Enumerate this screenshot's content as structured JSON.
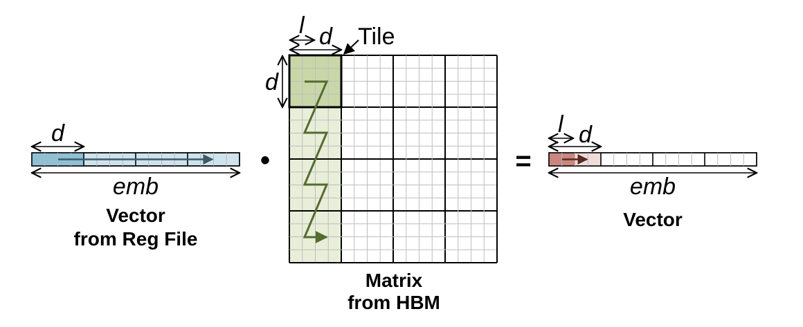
{
  "left_vector": {
    "d_label": "d",
    "emb_label": "emb",
    "caption_line1": "Vector",
    "caption_line2": "from Reg File"
  },
  "operator_dot": "•",
  "matrix": {
    "l_label": "l",
    "d_top_label": "d",
    "d_side_label": "d",
    "tile_label": "Tile",
    "caption_line1": "Matrix",
    "caption_line2": "from HBM"
  },
  "operator_equals": "=",
  "right_vector": {
    "l_label": "l",
    "d_label": "d",
    "emb_label": "emb",
    "caption": "Vector"
  },
  "colors": {
    "reg_vector_fill": "#cfe3ec",
    "reg_vector_fill_dark": "#8fc0d4",
    "matrix_tile_fill": "#c9d7a8",
    "matrix_column_fill": "#e8eed8",
    "out_vector_fill": "#c9877f",
    "out_vector_fill_light": "#f0dcda",
    "zigzag": "#556b2f",
    "arrow": "#3b5a6a"
  }
}
